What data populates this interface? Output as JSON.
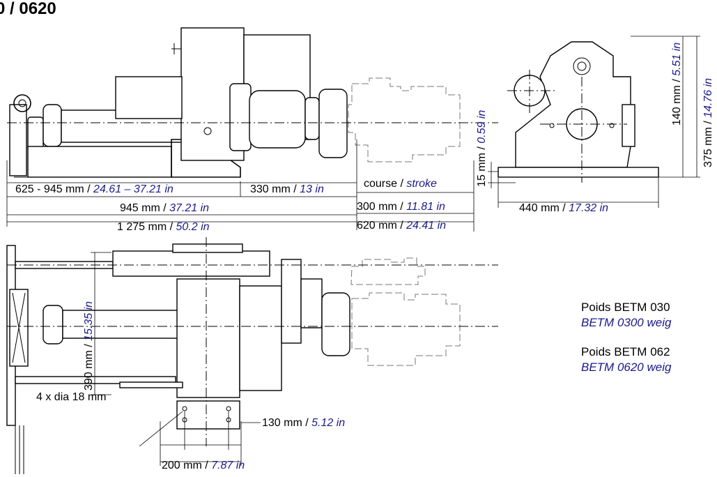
{
  "title": "0 / 0620",
  "side_view": {
    "dim_range": {
      "mm": "625 - 945 mm / ",
      "in": "24.61 – 37.21 in"
    },
    "dim_330": {
      "mm": "330 mm / ",
      "in": "13 in"
    },
    "stroke": {
      "fr": "course / ",
      "en": "stroke"
    },
    "dim_945": {
      "mm": "945 mm / ",
      "in": "37.21 in"
    },
    "dim_300": {
      "mm": "300 mm / ",
      "in": "11.81 in"
    },
    "dim_1275": {
      "mm": "1 275 mm / ",
      "in": "50.2 in"
    },
    "dim_620": {
      "mm": "620 mm / ",
      "in": "24.41 in"
    },
    "dim_15": {
      "mm": "15 mm / ",
      "in": "0.59 in"
    }
  },
  "end_view": {
    "dim_440": {
      "mm": "440 mm / ",
      "in": "17.32 in"
    },
    "dim_140": {
      "mm": "140 mm / ",
      "in": "5.51 in"
    },
    "dim_375": {
      "mm": "375 mm / ",
      "in": "14.76 in"
    }
  },
  "top_view": {
    "dim_390": {
      "mm": "390 mm / ",
      "in": "15.35 in"
    },
    "holes": "4 x dia 18 mm",
    "dim_130": {
      "mm": "130 mm / ",
      "in": "5.12 in"
    },
    "dim_200": {
      "mm": "200 mm / ",
      "in": "7.87 in"
    }
  },
  "weights": {
    "w0300_fr": "Poids BETM 030",
    "w0300_en": "BETM 0300 weig",
    "w0620_fr": "Poids BETM 062",
    "w0620_en": "BETM 0620 weig"
  }
}
